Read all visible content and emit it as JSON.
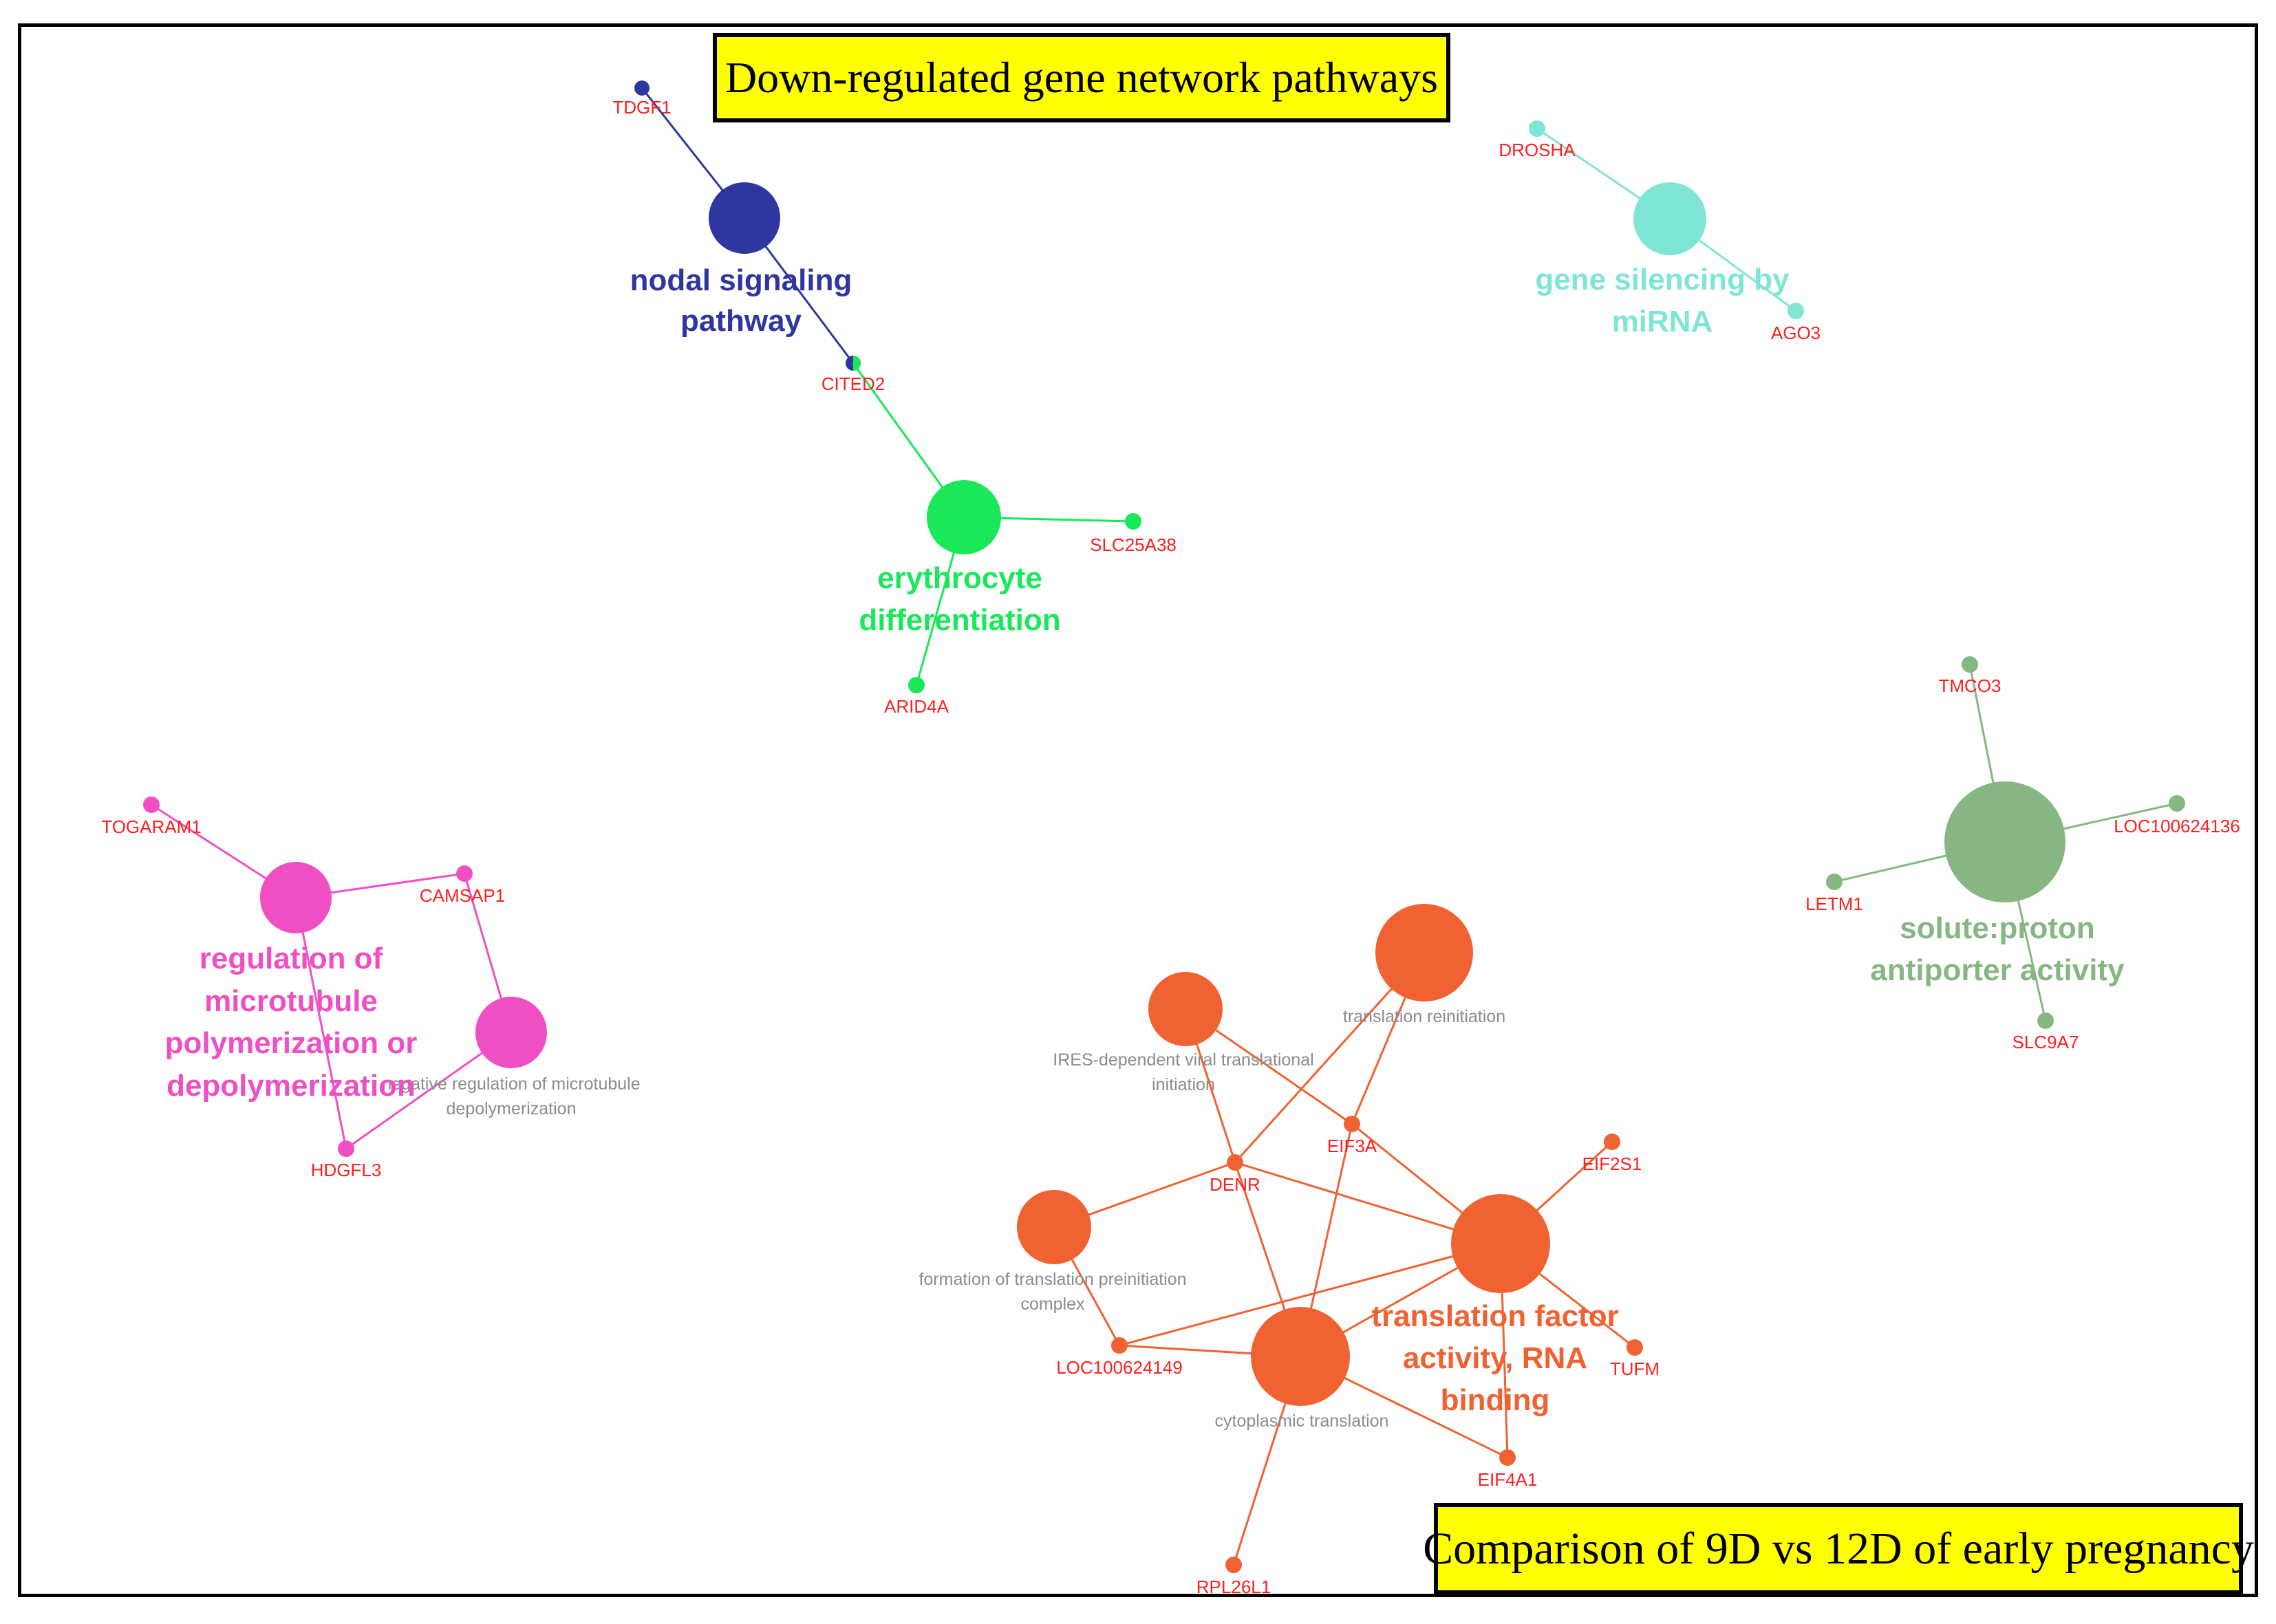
{
  "title": "Down-regulated gene network pathways",
  "caption": "Comparison of 9D vs 12D of early pregnancy",
  "colors": {
    "nodal": "#30369f",
    "erythrocyte": "#19e85a",
    "mirna": "#7fe5d5",
    "solute": "#86b782",
    "microtubule": "#ef4fc3",
    "translation": "#f06232",
    "gene_label": "#ff1f1f",
    "minor_term_label": "#8c8c8c"
  },
  "clusters": {
    "nodal": {
      "term_line1": "nodal signaling",
      "term_line2": "pathway",
      "genes": [
        "TDGF1",
        "CITED2"
      ]
    },
    "erythrocyte": {
      "term_line1": "erythrocyte",
      "term_line2": "differentiation",
      "genes": [
        "SLC25A38",
        "ARID4A"
      ]
    },
    "mirna": {
      "term_line1": "gene silencing by",
      "term_line2": "miRNA",
      "genes": [
        "DROSHA",
        "AGO3"
      ]
    },
    "solute": {
      "term_line1": "solute:proton",
      "term_line2": "antiporter activity",
      "genes": [
        "TMCO3",
        "LOC100624136",
        "LETM1",
        "SLC9A7"
      ]
    },
    "microtubule": {
      "term_line1": "regulation of",
      "term_line2": "microtubule",
      "term_line3": "polymerization or",
      "term_line4": "depolymerization",
      "minor_term_line1": "negative regulation of microtubule",
      "minor_term_line2": "depolymerization",
      "genes": [
        "TOGARAM1",
        "CAMSAP1",
        "HDGFL3"
      ]
    },
    "translation": {
      "term_line1": "translation factor",
      "term_line2": "activity, RNA",
      "term_line3": "binding",
      "minor_terms": {
        "reinitiation": "translation reinitiation",
        "ires_line1": "IRES-dependent viral translational",
        "ires_line2": "initiation",
        "preinit_line1": "formation of translation preinitiation",
        "preinit_line2": "complex",
        "cytoplasmic": "cytoplasmic translation"
      },
      "genes": [
        "EIF3A",
        "EIF2S1",
        "DENR",
        "TUFM",
        "LOC100624149",
        "EIF4A1",
        "RPL26L1"
      ]
    }
  }
}
